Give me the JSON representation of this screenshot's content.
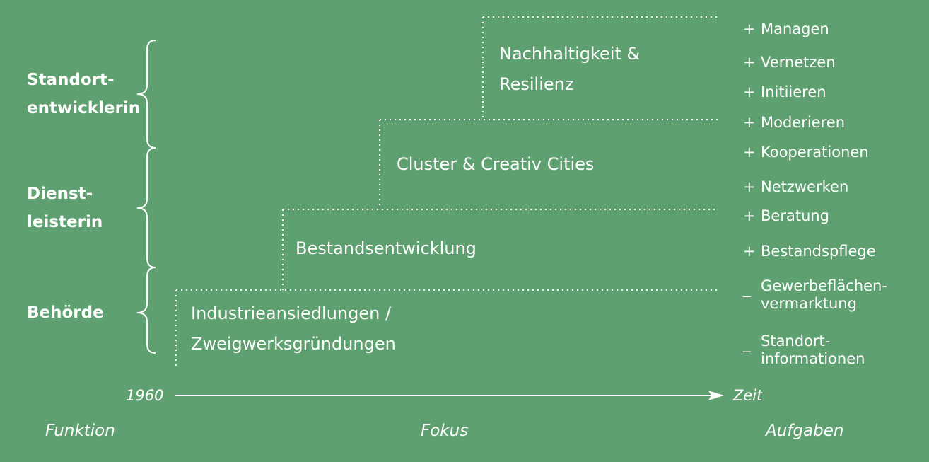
{
  "functions": {
    "standort": [
      "Standort-",
      "entwicklerin"
    ],
    "dienst": [
      "Dienst-",
      "leisterin"
    ],
    "behoerde": "Behörde"
  },
  "focus": {
    "step1": [
      "Industrieansiedlungen /",
      "Zweigwerksgründungen"
    ],
    "step2": "Bestandsentwicklung",
    "step3": "Cluster & Creativ Cities",
    "step4": [
      "Nachhaltigkeit &",
      "Resilienz"
    ]
  },
  "tasks": [
    {
      "sign": "+",
      "label": "Managen"
    },
    {
      "sign": "+",
      "label": "Vernetzen"
    },
    {
      "sign": "+",
      "label": "Initiieren"
    },
    {
      "sign": "+",
      "label": "Moderieren"
    },
    {
      "sign": "+",
      "label": "Kooperationen"
    },
    {
      "sign": "+",
      "label": "Netzwerken"
    },
    {
      "sign": "+",
      "label": "Beratung"
    },
    {
      "sign": "+",
      "label": "Bestandspflege"
    },
    {
      "sign": "_",
      "label": [
        "Gewerbeflächen-",
        "vermarktung"
      ]
    },
    {
      "sign": "_",
      "label": [
        "Standort-",
        "informationen"
      ]
    }
  ],
  "axis": {
    "start": "1960",
    "end": "Zeit"
  },
  "footer": {
    "funktion": "Funktion",
    "fokus": "Fokus",
    "aufgaben": "Aufgaben"
  },
  "colors": {
    "background": "#5fa070",
    "foreground": "#ffffff"
  }
}
